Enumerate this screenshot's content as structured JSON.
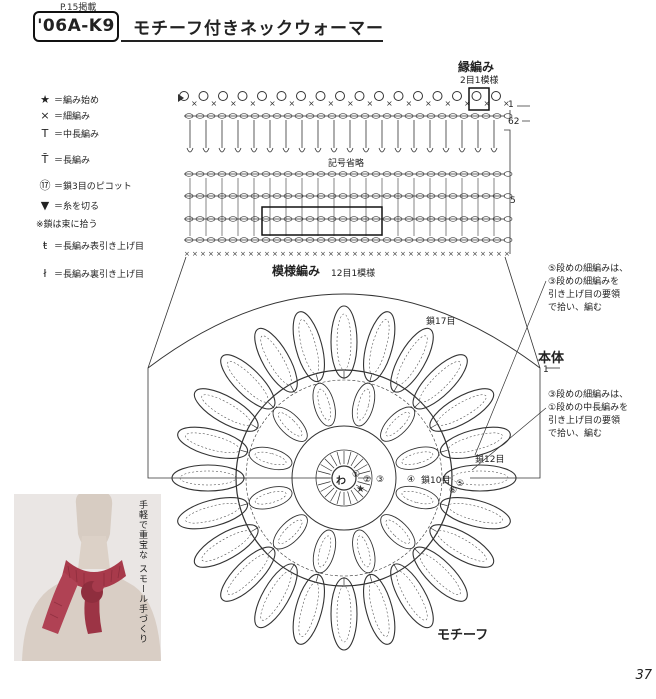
{
  "header": {
    "source_tag": "P.15掲載",
    "code": "'06A-K9",
    "title": "モチーフ付きネックウォーマー"
  },
  "legend": [
    {
      "symbol": "★",
      "text": "＝編み始め"
    },
    {
      "symbol": "×",
      "text": "＝細編み"
    },
    {
      "symbol": "T",
      "text": "＝中長編み"
    },
    {
      "symbol": "T̄",
      "text": "＝長編み"
    },
    {
      "symbol": "⑰",
      "text": "＝鎖3目のピコット"
    },
    {
      "symbol": "▼",
      "text": "＝糸を切る"
    },
    {
      "symbol": "",
      "text": "※鎖は束に拾う"
    },
    {
      "symbol": "ŧ",
      "text": "＝長編み表引き上げ目"
    },
    {
      "symbol": "ł",
      "text": "＝長編み裏引き上げ目"
    }
  ],
  "labels": {
    "edge": "縁編み",
    "edge_repeat": "2目1模様",
    "row_1": "1",
    "row_62": "62",
    "abbrev": "記号省略",
    "row_5": "5",
    "pattern": "模様編み",
    "pattern_repeat": "12目1模様",
    "chain17": "鎖17目",
    "body": "本体",
    "body_row": "1",
    "chain12": "鎖12目",
    "chain10": "鎖10目",
    "center": "わ",
    "motif": "モチーフ"
  },
  "callouts": {
    "top": [
      "⑤段めの細編みは、",
      "③段めの細編みを",
      "引き上げ目の要領",
      "で拾い、編む"
    ],
    "bottom": [
      "③段めの細編みは、",
      "①段めの中長編みを",
      "引き上げ目の要領",
      "で拾い、編む"
    ]
  },
  "ring_numbers": [
    "①",
    "②",
    "③",
    "④",
    "⑤",
    "⑥"
  ],
  "photo_caption": "手軽で重宝な スモール手づくり",
  "page_number": "37"
}
